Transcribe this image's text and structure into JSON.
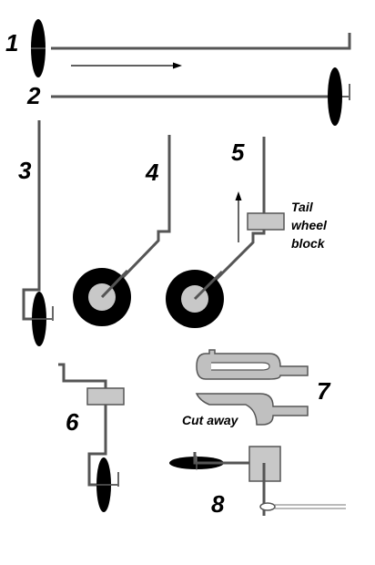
{
  "steps": {
    "s1": "1",
    "s2": "2",
    "s3": "3",
    "s4": "4",
    "s5": "5",
    "s6": "6",
    "s7": "7",
    "s8": "8"
  },
  "labels": {
    "tail_wheel_block_line1": "Tail",
    "tail_wheel_block_line2": "wheel",
    "tail_wheel_block_line3": "block",
    "cut_away": "Cut away"
  },
  "colors": {
    "wire": "#555555",
    "block_fill": "#c8c8c8",
    "tire": "#000000"
  }
}
